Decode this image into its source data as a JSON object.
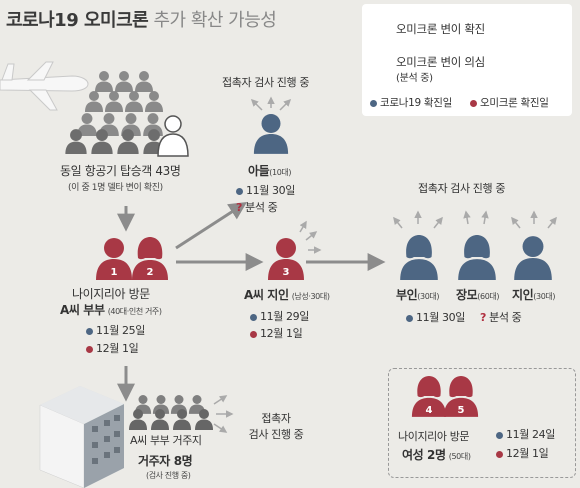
{
  "title": {
    "part1": "코로나19 오미크론",
    "part2": "추가 확산 가능성"
  },
  "legend": {
    "confirmed": "오미크론 변이 확진",
    "suspected": "오미크론 변이 의심",
    "suspected_note": "(분석 중)",
    "covid_date": "코로나19 확진일",
    "omicron_date": "오미크론 확진일"
  },
  "colors": {
    "confirmed": "#a83845",
    "suspected": "#4d6683",
    "crowd": "#8a8a8a"
  },
  "passengers": {
    "label": "동일 항공기 탑승객 43명",
    "note": "(이 중 1명 델타 변이 확진)"
  },
  "couple": {
    "badges": [
      "1",
      "2"
    ],
    "line1": "나이지리아 방문",
    "name": "A씨 부부",
    "note": "(40대·인천 거주)",
    "covid_date": "11월 25일",
    "omicron_date": "12월 1일"
  },
  "son": {
    "testing": "접촉자 검사 진행 중",
    "name": "아들",
    "age": "(10대)",
    "covid_date": "11월 30일",
    "q": "?",
    "status": "분석 중"
  },
  "acquaintance": {
    "badge": "3",
    "name": "A씨 지인",
    "note": "(남성·30대)",
    "covid_date": "11월 29일",
    "omicron_date": "12월 1일"
  },
  "family": {
    "testing": "접촉자 검사 진행 중",
    "members": [
      {
        "name": "부인",
        "age": "(30대)"
      },
      {
        "name": "장모",
        "age": "(60대)"
      },
      {
        "name": "지인",
        "age": "(30대)"
      }
    ],
    "covid_date": "11월 30일",
    "q": "?",
    "status": "분석 중"
  },
  "residents": {
    "line1": "A씨 부부 거주지",
    "name": "거주자 8명",
    "note": "(검사 진행 중)",
    "testing_line1": "접촉자",
    "testing_line2": "검사 진행 중"
  },
  "women": {
    "badges": [
      "4",
      "5"
    ],
    "line1": "나이지리아 방문",
    "name": "여성 2명",
    "age": "(50대)",
    "covid_date": "11월 24일",
    "omicron_date": "12월 1일"
  }
}
